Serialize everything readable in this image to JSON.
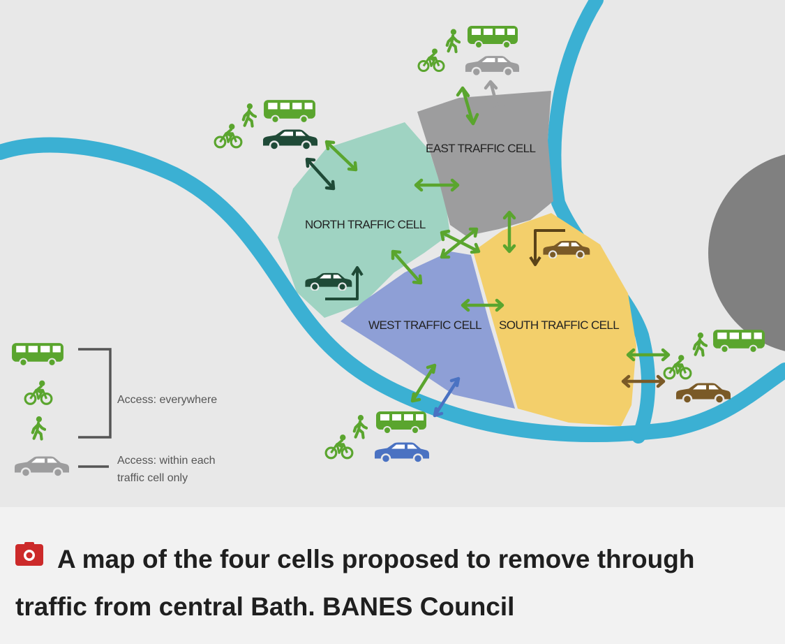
{
  "cells": {
    "east": "EAST TRAFFIC CELL",
    "north": "NORTH TRAFFIC CELL",
    "west": "WEST TRAFFIC CELL",
    "south": "SOUTH TRAFFIC CELL"
  },
  "legend": {
    "everywhere": "Access: everywhere",
    "within_line1": "Access: within each",
    "within_line2": "traffic cell only"
  },
  "colors": {
    "river": "#3bb0d3",
    "north_cell": "#9fd3c2",
    "east_cell": "#9d9d9e",
    "west_cell": "#8e9fd6",
    "south_cell": "#f3cf6b",
    "green_mode": "#5aa52e"
  },
  "caption": {
    "line1": "A map of the four cells proposed to remove through",
    "line2": "traffic from central Bath. BANES Council"
  }
}
